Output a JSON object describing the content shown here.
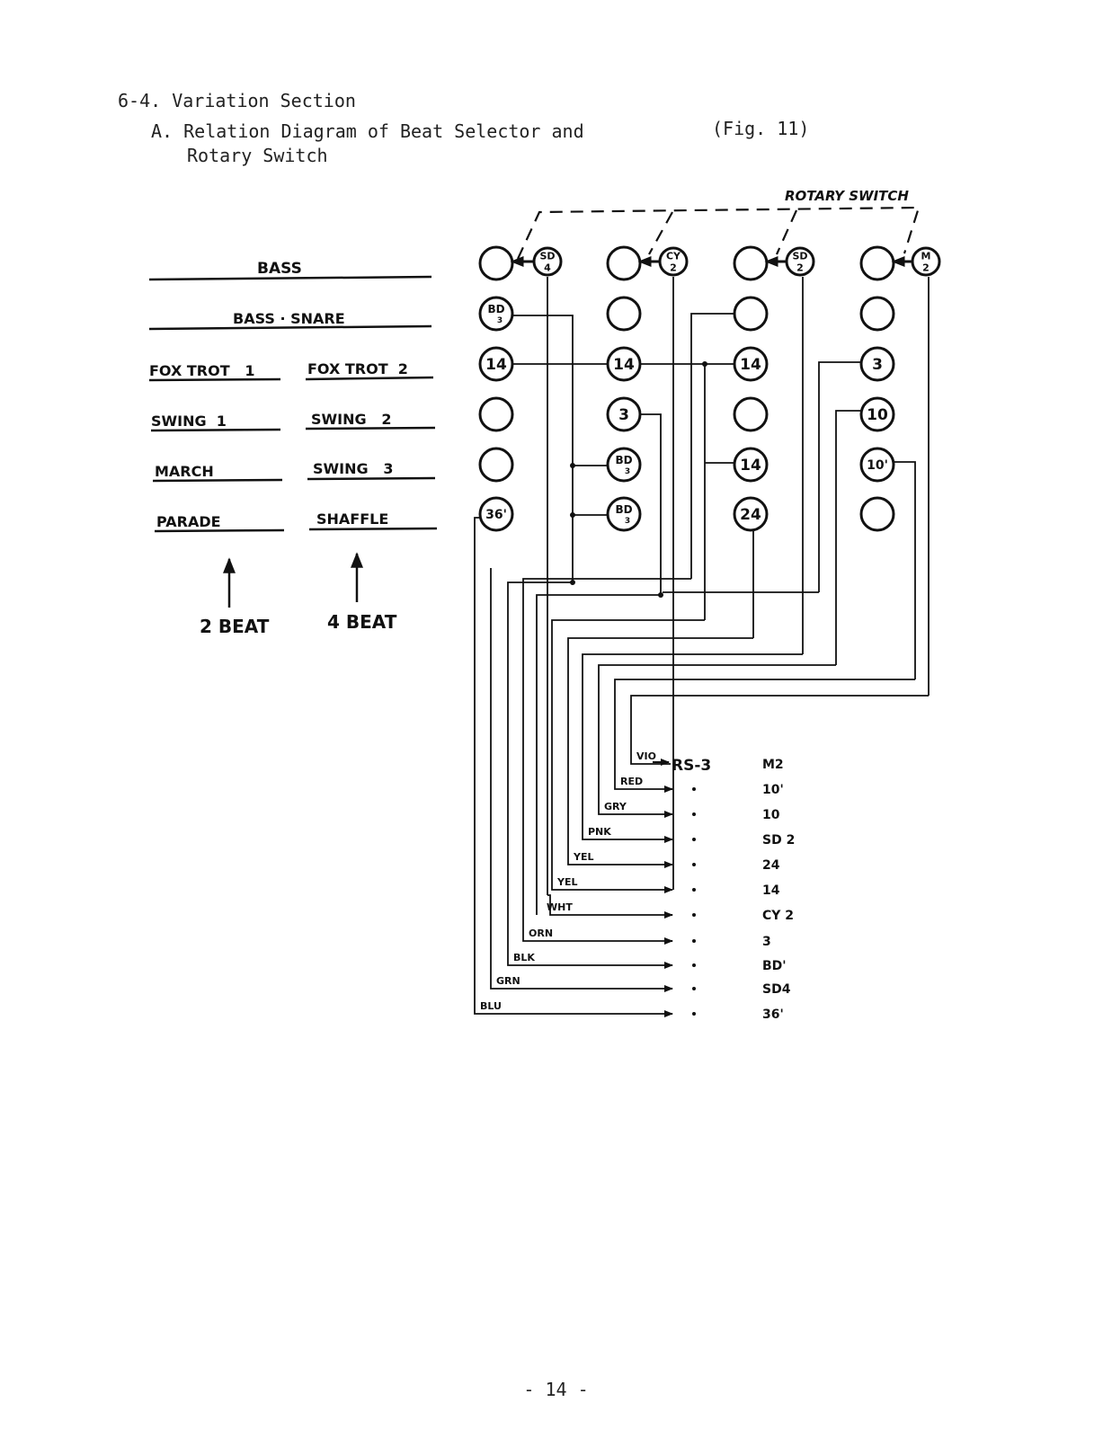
{
  "section": {
    "title": "6-4. Variation Section",
    "subtitle_line1": "A. Relation Diagram of Beat Selector and",
    "subtitle_line2": "Rotary Switch",
    "fig_ref": "(Fig. 11)"
  },
  "beat_selector": {
    "row_bass": "BASS",
    "row_bass_snare": "BASS · SNARE",
    "rows": [
      {
        "beat2": "FOX TROT   1",
        "beat4": "FOX TROT  2"
      },
      {
        "beat2": "SWING  1",
        "beat4": "SWING   2"
      },
      {
        "beat2": "MARCH",
        "beat4": "SWING   3"
      },
      {
        "beat2": "PARADE",
        "beat4": "SHAFFLE"
      }
    ],
    "label_2beat": "2 BEAT",
    "label_4beat": "4 BEAT"
  },
  "rotary_switch": {
    "label": "ROTARY SWITCH",
    "top_circles": [
      "SD 4",
      "CY 2",
      "SD 2",
      "M 2"
    ],
    "circles": {
      "c1": [
        "",
        "BD 3",
        "14",
        "",
        "",
        "36'"
      ],
      "c2": [
        "",
        "",
        "14",
        "3",
        "BD 3",
        "BD 3"
      ],
      "c3": [
        "",
        "",
        "14",
        "",
        "14",
        "24"
      ],
      "c4": [
        "",
        "",
        "3",
        "10",
        "10'",
        ""
      ]
    }
  },
  "connector": {
    "name": "RS-3",
    "wires": [
      {
        "color": "VIO",
        "signal": "M2"
      },
      {
        "color": "RED",
        "signal": "10'"
      },
      {
        "color": "GRY",
        "signal": "10"
      },
      {
        "color": "PNK",
        "signal": "SD 2"
      },
      {
        "color": "YEL",
        "signal": "24"
      },
      {
        "color": "YEL",
        "signal": "14"
      },
      {
        "color": "WHT",
        "signal": "CY 2"
      },
      {
        "color": "ORN",
        "signal": "3"
      },
      {
        "color": "BLK",
        "signal": "BD'"
      },
      {
        "color": "GRN",
        "signal": "SD4"
      },
      {
        "color": "BLU",
        "signal": "36'"
      }
    ]
  },
  "page_number": "- 14 -"
}
